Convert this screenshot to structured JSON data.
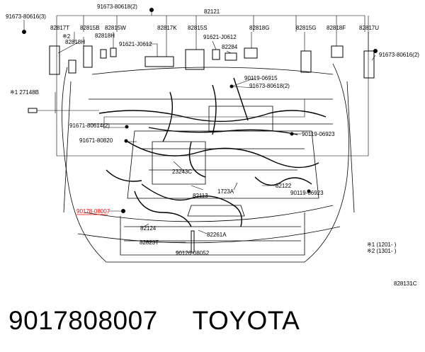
{
  "diagram": {
    "labels": [
      {
        "id": "l_91673_80618",
        "text": "91673-80618(2)"
      },
      {
        "id": "l_82121",
        "text": "82121"
      },
      {
        "id": "l_91673_80616_l",
        "text": "91673-80616(3)"
      },
      {
        "id": "l_82817T",
        "text": "82817T"
      },
      {
        "id": "l_82815B",
        "text": "82815B"
      },
      {
        "id": "l_82815W",
        "text": "82815W"
      },
      {
        "id": "l_82817K",
        "text": "82817K"
      },
      {
        "id": "l_82815S",
        "text": "82815S"
      },
      {
        "id": "l_82818G",
        "text": "82818G"
      },
      {
        "id": "l_82815G",
        "text": "82815G"
      },
      {
        "id": "l_82818F",
        "text": "82818F"
      },
      {
        "id": "l_82817U",
        "text": "82817U"
      },
      {
        "id": "l_note2",
        "text": "※2"
      },
      {
        "id": "l_82818H",
        "text": "82818H"
      },
      {
        "id": "l_82818H_b",
        "text": "82818H"
      },
      {
        "id": "l_91621_J0612_a",
        "text": "91621-J0612"
      },
      {
        "id": "l_91621_J0612_b",
        "text": "91621-J0612"
      },
      {
        "id": "l_82284",
        "text": "82284"
      },
      {
        "id": "l_91673_80616_r",
        "text": "91673-80616(2)"
      },
      {
        "id": "l_90119_06915",
        "text": "90119-06915"
      },
      {
        "id": "l_91673_80618_b",
        "text": "91673-80618(2)"
      },
      {
        "id": "l_27148B",
        "text": "※1 27148B"
      },
      {
        "id": "l_91671_80614",
        "text": "91671-80614(2)"
      },
      {
        "id": "l_90119_06923_a",
        "text": "90119-06923"
      },
      {
        "id": "l_91671_80820",
        "text": "91671-80820"
      },
      {
        "id": "l_23243C",
        "text": "23243C"
      },
      {
        "id": "l_82122",
        "text": "82122"
      },
      {
        "id": "l_90119_06923_b",
        "text": "90119-06923"
      },
      {
        "id": "l_82113",
        "text": "82113"
      },
      {
        "id": "l_1723A",
        "text": "1723A"
      },
      {
        "id": "l_90178_08007",
        "text": "90178-08007"
      },
      {
        "id": "l_82124",
        "text": "82124"
      },
      {
        "id": "l_82261A",
        "text": "82261A"
      },
      {
        "id": "l_82823T",
        "text": "82823T"
      },
      {
        "id": "l_90126_08052",
        "text": "90126-08052"
      },
      {
        "id": "l_note1",
        "text": "※1 (1201-     )"
      },
      {
        "id": "l_note2b",
        "text": "※2 (1301-     )"
      },
      {
        "id": "l_ref",
        "text": "828131C"
      }
    ]
  },
  "footer": {
    "part_number": "9017808007",
    "brand": "TOYOTA"
  },
  "colors": {
    "highlight": "#ff0000",
    "line": "#000000"
  }
}
